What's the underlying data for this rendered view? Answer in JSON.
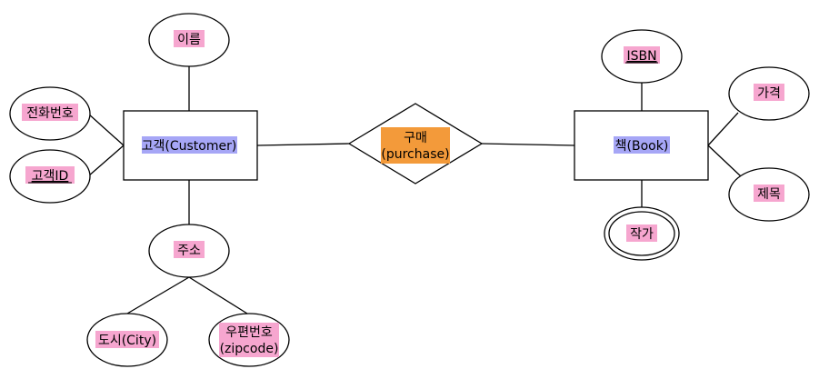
{
  "entities": {
    "customer": {
      "label": "고객(Customer)"
    },
    "book": {
      "label": "책(Book)"
    }
  },
  "relationship": {
    "line1": "구매",
    "line2": "(purchase)"
  },
  "customer_attributes": {
    "name": "이름",
    "phone": "전화번호",
    "id": "고객ID",
    "address": "주소",
    "city": "도시(City)",
    "zip_line1": "우편번호",
    "zip_line2": "(zipcode)"
  },
  "book_attributes": {
    "isbn": "ISBN",
    "price": "가격",
    "title": "제목",
    "author": "작가"
  },
  "colors": {
    "attribute_highlight": "#f6a6cf",
    "entity_highlight": "#a6a6f6",
    "relationship_highlight": "#f39a3a"
  }
}
